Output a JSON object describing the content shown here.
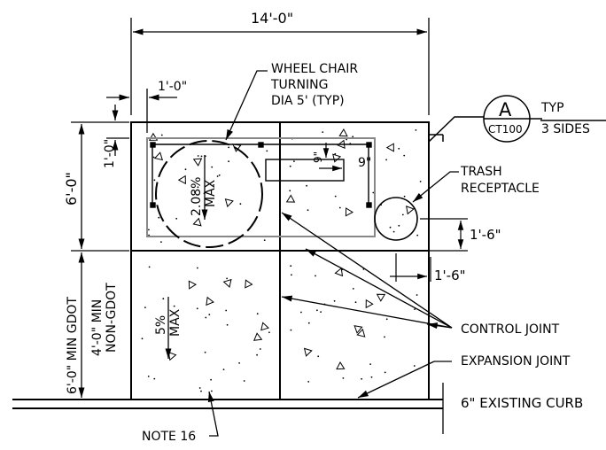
{
  "dimensions": {
    "overall_width": "14'-0\"",
    "offset_1ft": "1'-0\"",
    "offset_1ft_vertical": "1'-0\"",
    "pad_6ft": "6'-0\"",
    "inner_9_a": "9\"",
    "inner_9_b": "9\"",
    "trash_18_vertical": "1'-6\"",
    "trash_18_horizontal": "1'-6\"",
    "lower_gdot": "6'-0\" MIN GDOT",
    "lower_nongdot_1": "4'-0\" MIN",
    "lower_nongdot_2": "NON-GDOT"
  },
  "labels": {
    "wheelchair_1": "WHEEL CHAIR",
    "wheelchair_2": "TURNING",
    "wheelchair_3": "DIA 5' (TYP)",
    "trash_1": "TRASH",
    "trash_2": "RECEPTACLE",
    "control_joint": "CONTROL JOINT",
    "expansion_joint": "EXPANSION JOINT",
    "existing_curb": "6\" EXISTING CURB",
    "note": "NOTE 16"
  },
  "slopes": {
    "upper_pct": "2.08%",
    "upper_max": "MAX",
    "lower_pct": "5%",
    "lower_max": "MAX"
  },
  "section_callout": {
    "letter": "A",
    "sheet": "CT100",
    "typ": "TYP",
    "sides": "3 SIDES"
  }
}
